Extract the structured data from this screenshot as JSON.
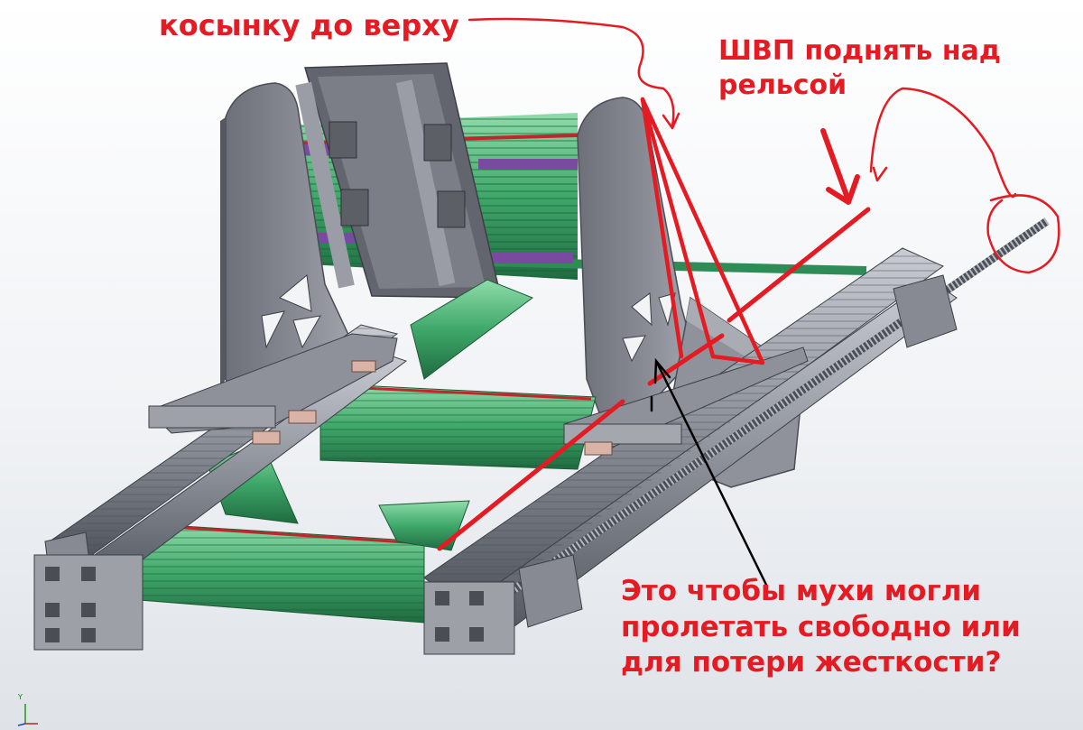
{
  "annotations": {
    "top_left": "косынку до верху",
    "top_right_line1": "ШВП поднять над",
    "top_right_line2": "рельсой",
    "bottom_line1": "Это чтобы мухи могли",
    "bottom_line2": "пролетать свободно или",
    "bottom_line3": "для потери жесткости?"
  },
  "triad": {
    "axis_label": "Y"
  },
  "colors": {
    "annotation_red": "#e41b23",
    "profile_green": "#3fa86a",
    "profile_gray": "#8b8f98",
    "plate_gray": "#7d8089",
    "rail_purple": "#7a4aa0"
  }
}
